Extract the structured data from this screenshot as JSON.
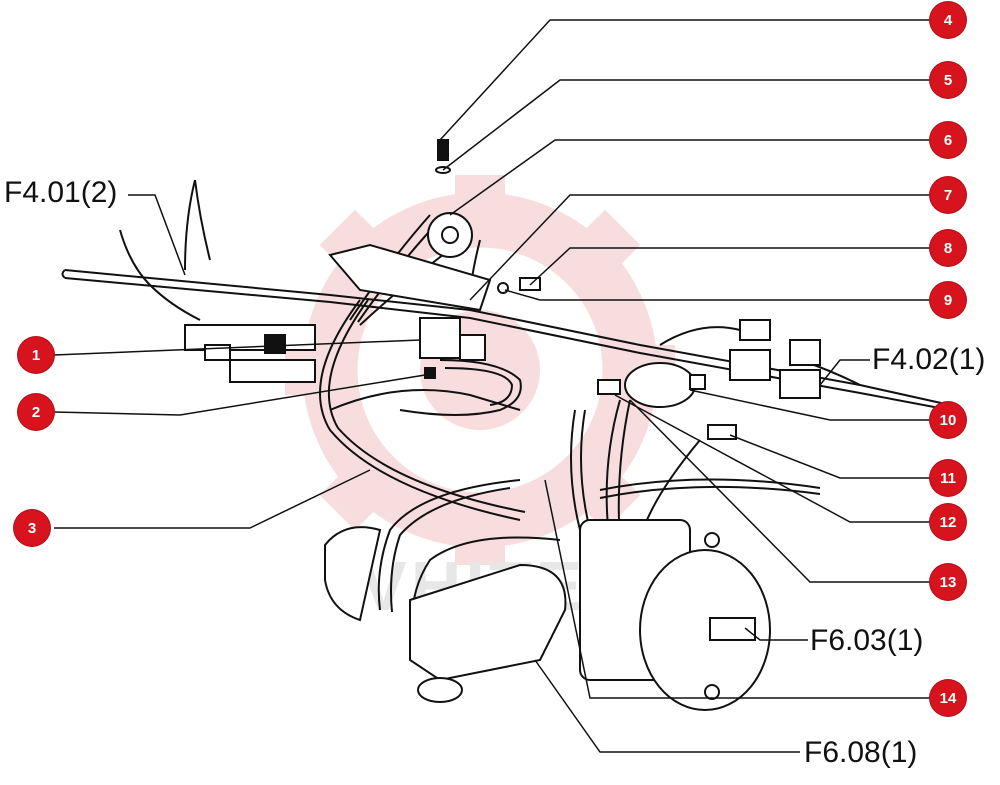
{
  "callouts": [
    {
      "number": "1"
    },
    {
      "number": "2"
    },
    {
      "number": "3"
    },
    {
      "number": "4"
    },
    {
      "number": "5"
    },
    {
      "number": "6"
    },
    {
      "number": "7"
    },
    {
      "number": "8"
    },
    {
      "number": "9"
    },
    {
      "number": "10"
    },
    {
      "number": "11"
    },
    {
      "number": "12"
    },
    {
      "number": "13"
    },
    {
      "number": "14"
    }
  ],
  "references": {
    "f401": "F4.01(2)",
    "f402": "F4.02(1)",
    "f603": "F6.03(1)",
    "f608": "F6.08(1)"
  },
  "watermark_text": "VHITE",
  "colors": {
    "badge": "#d7141e",
    "ink": "#111111",
    "watermark": "#f4c4c6"
  }
}
